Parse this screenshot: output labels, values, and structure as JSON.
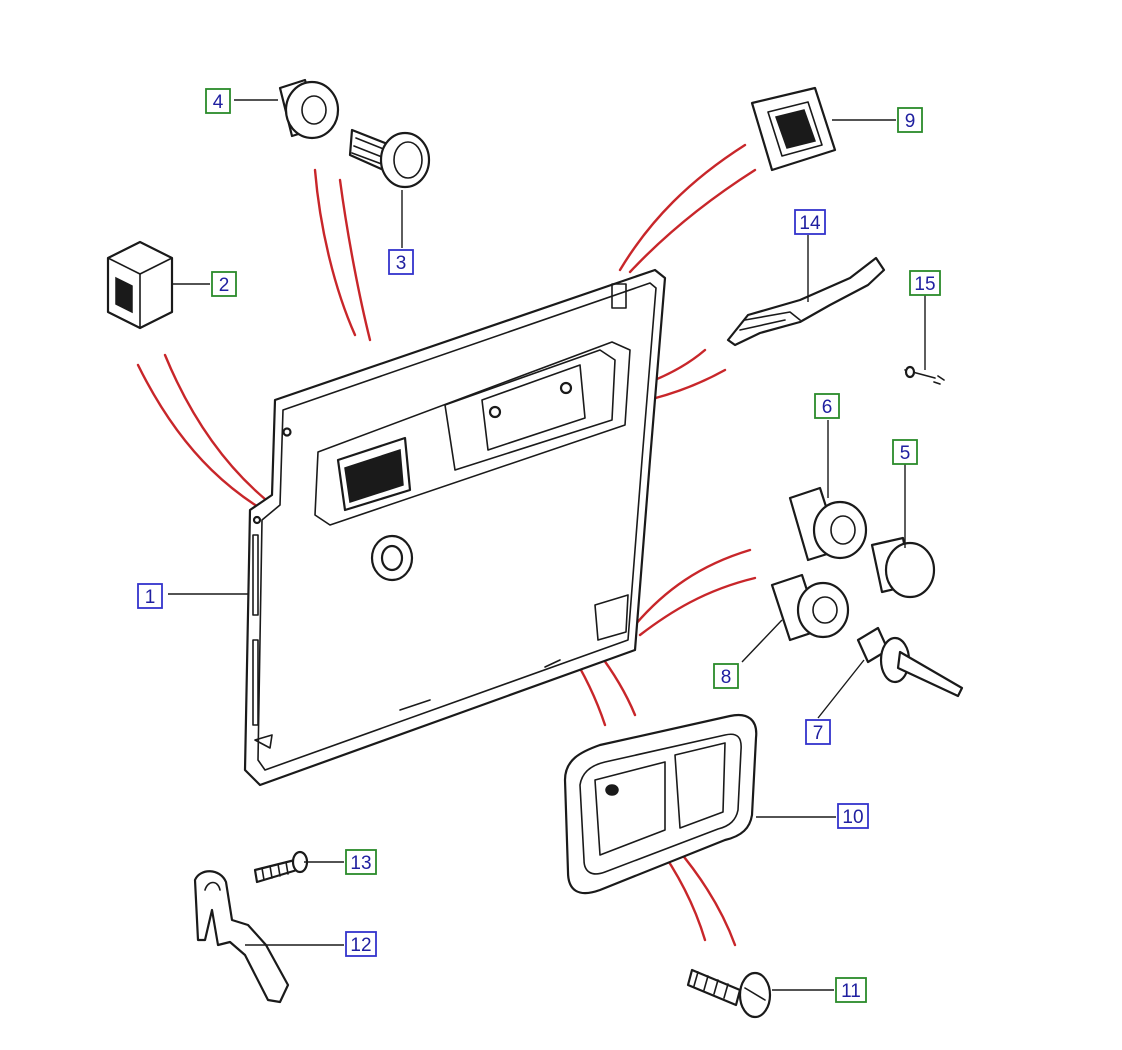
{
  "colors": {
    "assembly_line": "#c8262a",
    "part_outline": "#1a1a1a",
    "label_text": "#2020a0",
    "label_border_green": "#2a8a2a",
    "label_border_blue": "#3333cc"
  },
  "callouts": [
    {
      "id": "1",
      "text": "1",
      "border": "blue"
    },
    {
      "id": "2",
      "text": "2",
      "border": "green"
    },
    {
      "id": "3",
      "text": "3",
      "border": "blue"
    },
    {
      "id": "4",
      "text": "4",
      "border": "green"
    },
    {
      "id": "5",
      "text": "5",
      "border": "green"
    },
    {
      "id": "6",
      "text": "6",
      "border": "green"
    },
    {
      "id": "7",
      "text": "7",
      "border": "blue"
    },
    {
      "id": "8",
      "text": "8",
      "border": "green"
    },
    {
      "id": "9",
      "text": "9",
      "border": "green"
    },
    {
      "id": "10",
      "text": "10",
      "border": "blue"
    },
    {
      "id": "11",
      "text": "11",
      "border": "green"
    },
    {
      "id": "12",
      "text": "12",
      "border": "blue"
    },
    {
      "id": "13",
      "text": "13",
      "border": "green"
    },
    {
      "id": "14",
      "text": "14",
      "border": "blue"
    },
    {
      "id": "15",
      "text": "15",
      "border": "green"
    }
  ]
}
